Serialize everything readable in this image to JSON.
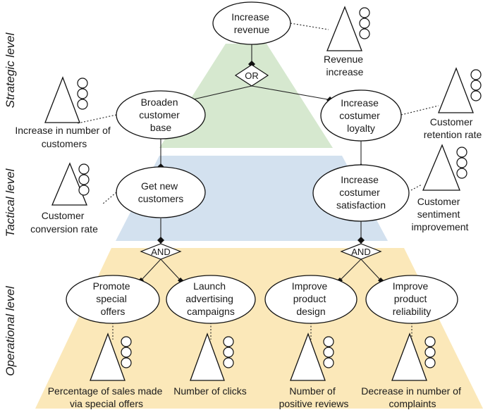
{
  "colors": {
    "strategic_band": "#d6e8cf",
    "tactical_band": "#d3e1ef",
    "operational_band": "#fbe8b9"
  },
  "levels": {
    "strategic": "Strategic level",
    "tactical": "Tactical level",
    "operational": "Operational level"
  },
  "gates": {
    "or": "OR",
    "and_left": "AND",
    "and_right": "AND"
  },
  "goals": {
    "increase_revenue": [
      "Increase",
      "revenue"
    ],
    "broaden_base": [
      "Broaden",
      "customer",
      "base"
    ],
    "increase_loyalty": [
      "Increase",
      "costumer",
      "loyalty"
    ],
    "get_new_customers": [
      "Get new",
      "customers"
    ],
    "increase_satisfaction": [
      "Increase",
      "costumer",
      "satisfaction"
    ],
    "promote_offers": [
      "Promote",
      "special",
      "offers"
    ],
    "launch_campaigns": [
      "Launch",
      "advertising",
      "campaigns"
    ],
    "improve_design": [
      "Improve",
      "product",
      "design"
    ],
    "improve_reliability": [
      "Improve",
      "product",
      "reliability"
    ]
  },
  "indicators": {
    "revenue_increase": [
      "Revenue",
      "increase"
    ],
    "new_customers_count": [
      "Increase in number of",
      "customers"
    ],
    "retention_rate": [
      "Customer",
      "retention rate"
    ],
    "conversion_rate": [
      "Customer",
      "conversion rate"
    ],
    "sentiment": [
      "Customer",
      "sentiment",
      "improvement"
    ],
    "special_offer_sales": [
      "Percentage of sales made",
      "via special offers"
    ],
    "clicks": [
      "Number of clicks"
    ],
    "positive_reviews": [
      "Number of",
      "positive reviews"
    ],
    "complaints": [
      "Decrease in number of",
      "complaints"
    ]
  }
}
